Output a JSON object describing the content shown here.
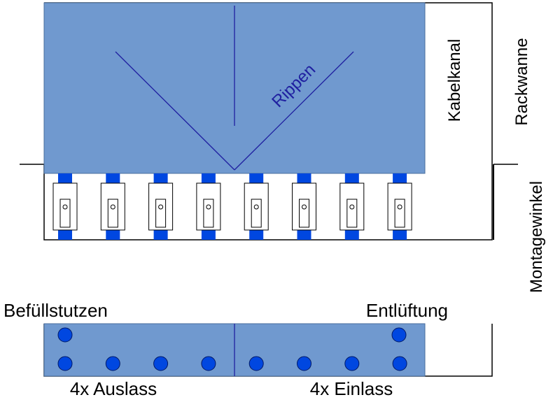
{
  "colors": {
    "panel_fill": "#7099CF",
    "panel_stroke": "#4A6E9E",
    "port_blue": "#0047E0",
    "rib_line": "#1F1FA0",
    "outline": "#000000"
  },
  "labels": {
    "rippen": "Rippen",
    "kabelkanal": "Kabelkanal",
    "rackwanne": "Rackwanne",
    "montagewinkel": "Montagewinkel",
    "befuellstutzen": "Befüllstutzen",
    "entlueftung": "Entlüftung",
    "auslass": "4x Auslass",
    "einlass": "4x Einlass"
  },
  "modules": {
    "count": 8
  },
  "manifold": {
    "bottom_row_ports": 8,
    "top_row_ports": 2
  }
}
